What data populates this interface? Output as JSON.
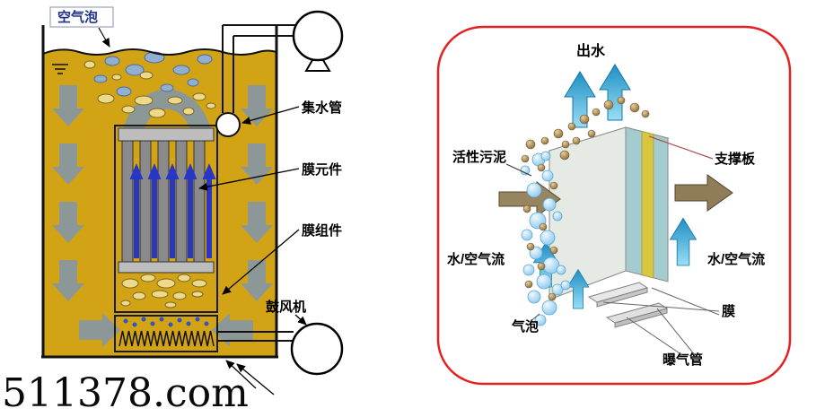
{
  "watermark": "511378.com",
  "colors": {
    "tank_yellow": "#D1A315",
    "flow_gray": "#8C9898",
    "membrane_blue_arrow": "#2736C4",
    "cyan_light": "#9ADEF4",
    "cyan_dark": "#1E8EC4",
    "teal_face": "#A4CBCD",
    "support_yellow": "#D8C540",
    "tan_arrow": "#97855F",
    "border_red": "#E62020"
  },
  "left": {
    "labels": {
      "air_bubble": "空气泡",
      "collector_pipe": "集水管",
      "membrane_element": "膜元件",
      "membrane_module": "膜组件",
      "blower": "鼓风机"
    }
  },
  "right": {
    "labels": {
      "effluent": "出水",
      "activated_sludge": "活性污泥",
      "support_plate": "支撑板",
      "water_air_flow_left": "水/空气流",
      "water_air_flow_right": "水/空气流",
      "bubble": "气泡",
      "membrane": "膜",
      "aeration_pipe": "曝气管"
    }
  }
}
